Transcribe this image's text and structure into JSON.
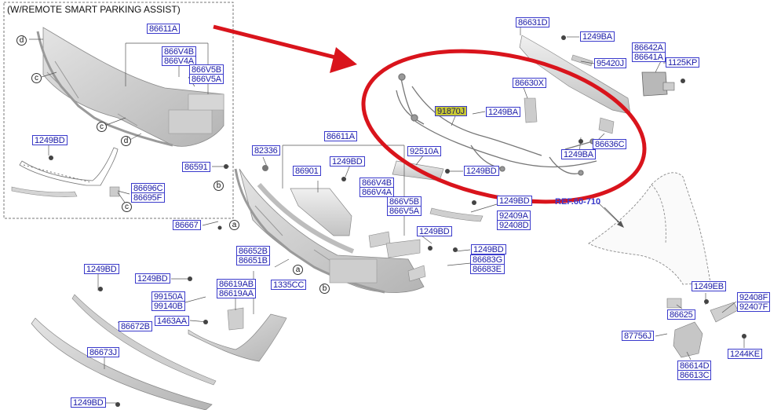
{
  "inset_title": "(W/REMOTE SMART PARKING ASSIST)",
  "part_labels": {
    "p86611A_inset": "86611A",
    "p866V4B_inset": "866V4B",
    "p866V4A_inset": "866V4A",
    "p866V5B_inset": "866V5B",
    "p866V5A_inset": "866V5A",
    "p1249BD_inset": "1249BD",
    "p86696C": "86696C",
    "p86695F": "86695F",
    "p86631D": "86631D",
    "p1249BA_top": "1249BA",
    "p95420J": "95420J",
    "p86642A": "86642A",
    "p86641A": "86641A",
    "p1125KP": "1125KP",
    "p86630X": "86630X",
    "p91870J": "91870J",
    "p1249BA_mid": "1249BA",
    "p86636C": "86636C",
    "p1249BA_low": "1249BA",
    "p82336": "82336",
    "p86611A_main": "86611A",
    "p86591": "86591",
    "p86901": "86901",
    "p1249BD_a": "1249BD",
    "p92510A": "92510A",
    "p1249BD_b": "1249BD",
    "p866V4B": "866V4B",
    "p866V4A": "866V4A",
    "p866V5B": "866V5B",
    "p866V5A": "866V5A",
    "p1249BD_c": "1249BD",
    "p92409A": "92409A",
    "p92408D": "92408D",
    "p86667": "86667",
    "p1249BD_d": "1249BD",
    "p1249BD_e": "1249BD",
    "p86683G": "86683G",
    "p86683E": "86683E",
    "p86652B": "86652B",
    "p86651B": "86651B",
    "p1249BD_f": "1249BD",
    "p1249BD_g": "1249BD",
    "p86619AB": "86619AB",
    "p86619AA": "86619AA",
    "p1335CC": "1335CC",
    "p99150A": "99150A",
    "p99140B": "99140B",
    "p1463AA": "1463AA",
    "p86672B": "86672B",
    "p86673J": "86673J",
    "p1249BD_h": "1249BD",
    "p1249EB": "1249EB",
    "p92408F": "92408F",
    "p92407F": "92407F",
    "p86625": "86625",
    "p87756J": "87756J",
    "p1244KE": "1244KE",
    "p86614D": "86614D",
    "p86613C": "86613C"
  },
  "ref_label": "REF.60-710",
  "callouts": {
    "a": "a",
    "b": "b",
    "c": "c",
    "d": "d"
  },
  "colors": {
    "label_border": "#3a3acc",
    "label_text": "#1a1aa6",
    "highlight_fill": "#c9c934",
    "annotation_red": "#d9141c"
  }
}
